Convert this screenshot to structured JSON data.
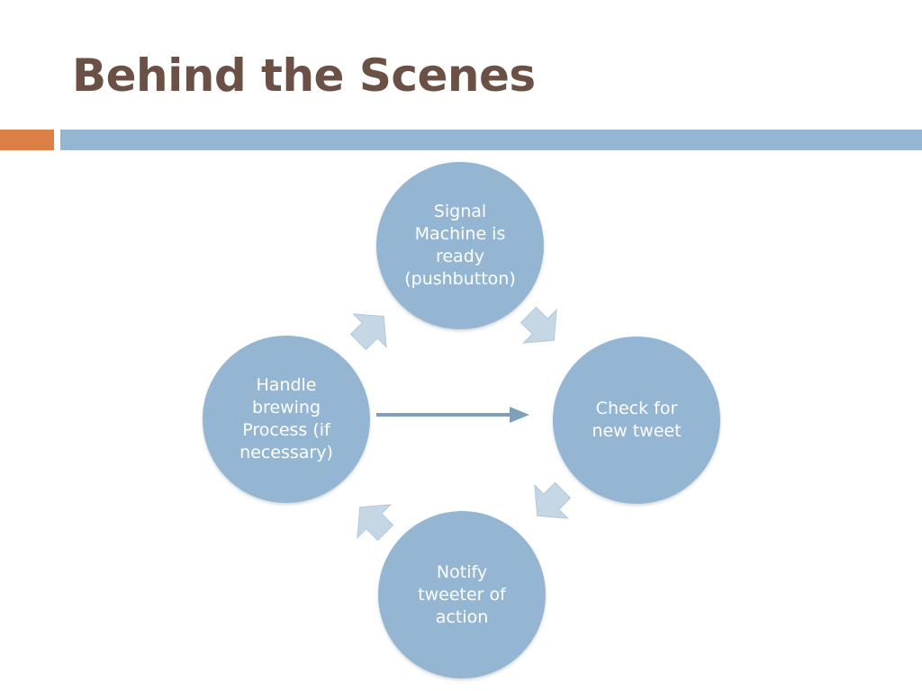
{
  "slide": {
    "title": "Behind the Scenes"
  },
  "colors": {
    "title": "#6b5145",
    "accent": "#dd8047",
    "rule": "#94b6d2",
    "node_fill": "#94b6d2",
    "node_text": "#ffffff",
    "arrow_fill": "#c5d7e5",
    "connector": "#7f9fba"
  },
  "diagram": {
    "nodes": [
      {
        "id": "top",
        "label": "Signal\nMachine is\nready\n(pushbutton)"
      },
      {
        "id": "right",
        "label": "Check for\nnew tweet"
      },
      {
        "id": "bottom",
        "label": "Notify\ntweeter of\naction"
      },
      {
        "id": "left",
        "label": "Handle\nbrewing\nProcess (if\nnecessary)"
      }
    ]
  }
}
